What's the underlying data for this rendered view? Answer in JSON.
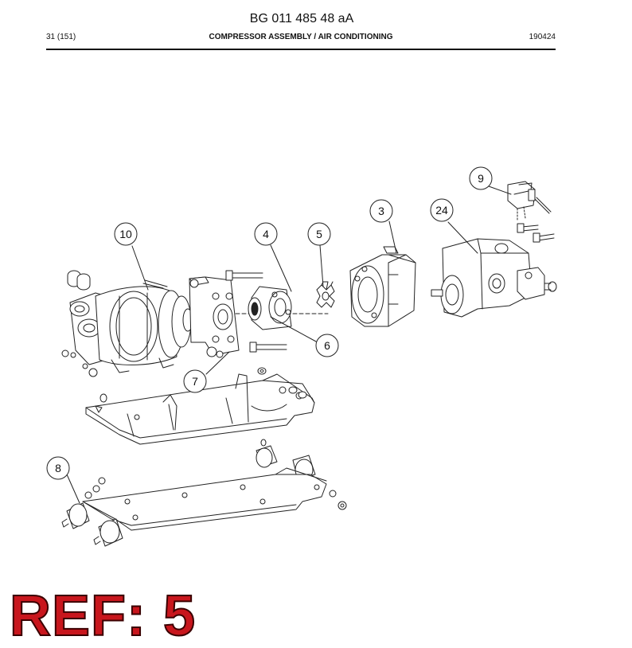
{
  "document": {
    "title": "BG 011 485 48 aA",
    "page": "31 (151)",
    "section": "COMPRESSOR ASSEMBLY / AIR CONDITIONING",
    "code": "190424"
  },
  "callouts": [
    {
      "id": "callout-10",
      "label": "10"
    },
    {
      "id": "callout-4",
      "label": "4"
    },
    {
      "id": "callout-5",
      "label": "5"
    },
    {
      "id": "callout-3",
      "label": "3"
    },
    {
      "id": "callout-24",
      "label": "24"
    },
    {
      "id": "callout-9",
      "label": "9"
    },
    {
      "id": "callout-6",
      "label": "6"
    },
    {
      "id": "callout-7",
      "label": "7"
    },
    {
      "id": "callout-8",
      "label": "8"
    }
  ],
  "stamp": {
    "text": "REF: 5",
    "color": "#c8161d"
  }
}
